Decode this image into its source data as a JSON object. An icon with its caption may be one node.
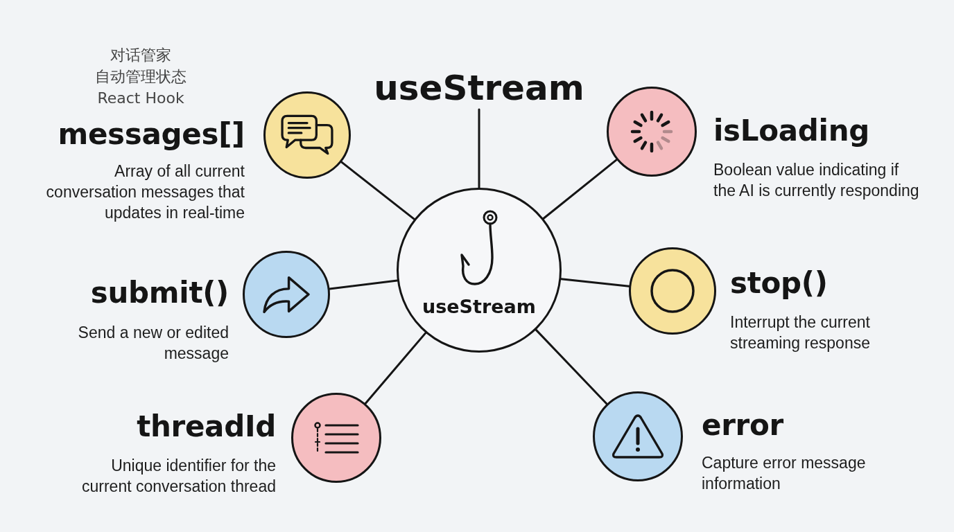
{
  "diagram": {
    "nodes": [
      {
        "text": [
          "useStream"
        ]
      },
      {
        "text": [],
        "shape": "circle",
        "beside": [
          "messages[]",
          "Array of all current conversation messages that updates in real-time"
        ]
      },
      {
        "text": [],
        "shape": "circle",
        "beside": [
          "isLoading",
          "Boolean value indicating if the AI is currently responding"
        ]
      },
      {
        "text": [
          "useStream"
        ]
      },
      {
        "text": [],
        "shape": "circle",
        "beside": [
          "submit()",
          "Send a new or edited message"
        ]
      },
      {
        "text": [],
        "shape": "circle",
        "beside": [
          "stop()",
          "Interrupt the current streaming response"
        ]
      },
      {
        "text": [],
        "shape": "circle",
        "beside": [
          "threadId",
          "Unique identifier for the current conversation thread"
        ]
      },
      {
        "text": [],
        "shape": "circle",
        "beside": [
          "error",
          "Capture error message information"
        ]
      }
    ],
    "edges": [
      {
        "from": 3,
        "to": 0,
        "arrow": "none"
      },
      {
        "from": 3,
        "to": 1,
        "arrow": "none"
      },
      {
        "from": 3,
        "to": 2,
        "arrow": "none"
      },
      {
        "from": 3,
        "to": 4,
        "arrow": "none"
      },
      {
        "from": 3,
        "to": 5,
        "arrow": "none"
      },
      {
        "from": 3,
        "to": 6,
        "arrow": "none"
      },
      {
        "from": 3,
        "to": 7,
        "arrow": "none"
      }
    ],
    "labels": [
      "对话管家",
      "自动管理状态",
      "React Hook"
    ]
  }
}
